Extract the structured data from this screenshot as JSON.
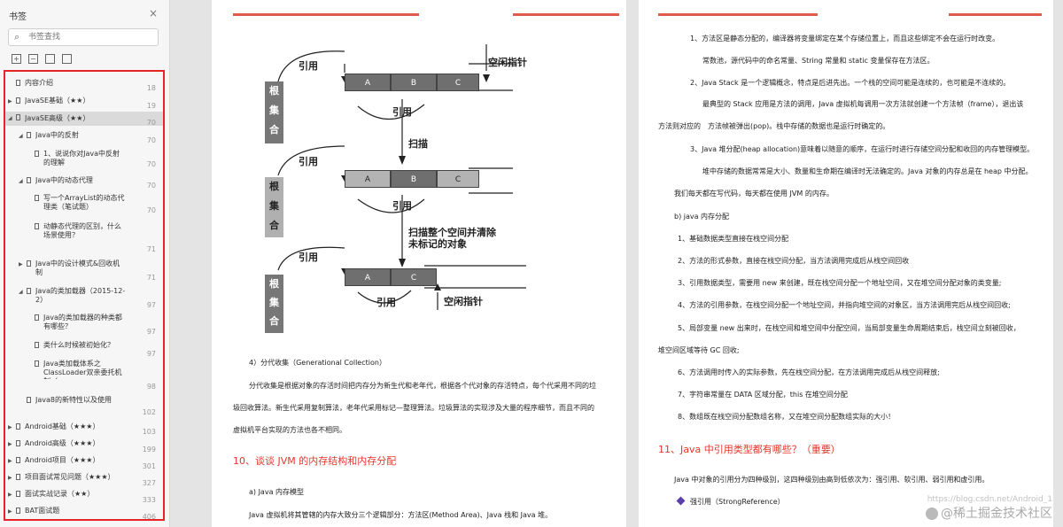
{
  "sidebar": {
    "title": "书签",
    "close": "×",
    "search_placeholder": "书签查找",
    "tree": [
      {
        "label": "内容介绍",
        "page": "18"
      },
      {
        "label": "JavaSE基础（★★）",
        "page": "19"
      },
      {
        "label": "JavaSE高级（★★）",
        "page": "70"
      },
      {
        "label": "Java中的反射",
        "page": "70"
      },
      {
        "label": "1、说说你对Java中反射的理解",
        "page": "70"
      },
      {
        "label": "Java中的动态代理",
        "page": "70"
      },
      {
        "label": "写一个ArrayList的动态代理类（笔试题）",
        "page": "70"
      },
      {
        "label": "动静态代理的区别，什么场景使用？",
        "page": "71"
      },
      {
        "label": "Java中的设计模式&回收机制",
        "page": "71"
      },
      {
        "label": "Java的类加载器（2015-12-2）",
        "page": "97"
      },
      {
        "label": "Java的类加载器的种类都有哪些？",
        "page": "97"
      },
      {
        "label": "类什么时候被初始化？",
        "page": "97"
      },
      {
        "label": "Java类加载体系之ClassLoader双亲委托机制（",
        "page": "98"
      },
      {
        "label": "Java8的新特性以及使用",
        "page": "102"
      },
      {
        "label": "Android基础（★★★）",
        "page": "103"
      },
      {
        "label": "Android高级（★★★）",
        "page": "199"
      },
      {
        "label": "Android项目（★★★）",
        "page": "301"
      },
      {
        "label": "项目面试常见问题（★★★）",
        "page": "327"
      },
      {
        "label": "面试实战记录（★★）",
        "page": "333"
      },
      {
        "label": "BAT面试题",
        "page": "406"
      }
    ]
  },
  "diagram": {
    "ref": "引用",
    "root": "根集合",
    "free_ptr": "空闲指针",
    "scan": "扫描",
    "scan_clear": "扫描整个空间并清除",
    "scan_clear2": "未标记的对象",
    "cells1": [
      "A",
      "B",
      "C"
    ],
    "cells2": [
      "A",
      "B",
      "C"
    ],
    "cells3": [
      "A",
      "C"
    ]
  },
  "page1": {
    "sec4": "4）分代收集（Generational Collection）",
    "p1": "分代收集是根据对象的存活时间把内存分为新生代和老年代，根据各个代对象的存活特点，每个代采用不同的垃",
    "p2": "圾回收算法。新生代采用复制算法，老年代采用标记—整理算法。垃圾算法的实现涉及大量的程序细节，而且不同的",
    "p3": "虚拟机平台实现的方法也各不相同。",
    "heading10": "10、谈谈 JVM 的内存结构和内存分配",
    "sub_a": "a) Java 内存模型",
    "p4": "Java 虚拟机将其管辖的内存大致分三个逻辑部分：方法区(Method Area)、Java 栈和 Java 堆。"
  },
  "page2": {
    "l1": "1、方法区是静态分配的，编译器将变量绑定在某个存储位置上，而且这些绑定不会在运行时改变。",
    "l2": "常数池，源代码中的命名常量、String 常量和 static 变量保存在方法区。",
    "l3": "2、Java Stack 是一个逻辑概念，特点是后进先出。一个栈的空间可能是连续的，也可能是不连续的。",
    "l4": "最典型的 Stack 应用是方法的调用，Java 虚拟机每调用一次方法就创建一个方法帧（frame），退出该",
    "l5": "方法则对应的　方法帧被弹出(pop)。栈中存储的数据也是运行时确定的。",
    "l6": "3、Java 堆分配(heap allocation)意味着以随意的顺序，在运行时进行存储空间分配和收回的内存管理模型。",
    "l7": "堆中存储的数据常常是大小、数量和生命期在编译时无法确定的。Java 对象的内存总是在 heap 中分配。",
    "l8": "我们每天都在写代码，每天都在使用 JVM 的内存。",
    "l9": "b) java 内存分配",
    "l10": "1、基础数据类型直接在栈空间分配",
    "l11": "2、方法的形式参数，直接在栈空间分配，当方法调用完成后从栈空间回收",
    "l12": "3、引用数据类型，需要用 new 来创建，既在栈空间分配一个地址空间，又在堆空间分配对象的类变量;",
    "l13": "4、方法的引用参数，在栈空间分配一个地址空间，并指向堆空间的对象区，当方法调用完后从栈空间回收;",
    "l14": "5、局部变量 new 出来时，在栈空间和堆空间中分配空间，当局部变量生命周期结束后，栈空间立刻被回收，",
    "l15": "堆空间区域等待 GC 回收;",
    "l16": "6、方法调用时传入的实际参数，先在栈空间分配，在方法调用完成后从栈空间释放;",
    "l17": "7、字符串常量在 DATA 区域分配，this 在堆空间分配",
    "l18": "8、数组既在栈空间分配数组名称，又在堆空间分配数组实际的大小！",
    "heading11": "11、Java 中引用类型都有哪些？（重要）",
    "l19": "Java 中对象的引用分为四种级别，这四种级别由高到低依次为：强引用、软引用、弱引用和虚引用。",
    "l20": "强引用（StrongReference）"
  },
  "watermark": "@稀土掘金技术社区",
  "watermark2": "https://blog.csdn.net/Android_1"
}
